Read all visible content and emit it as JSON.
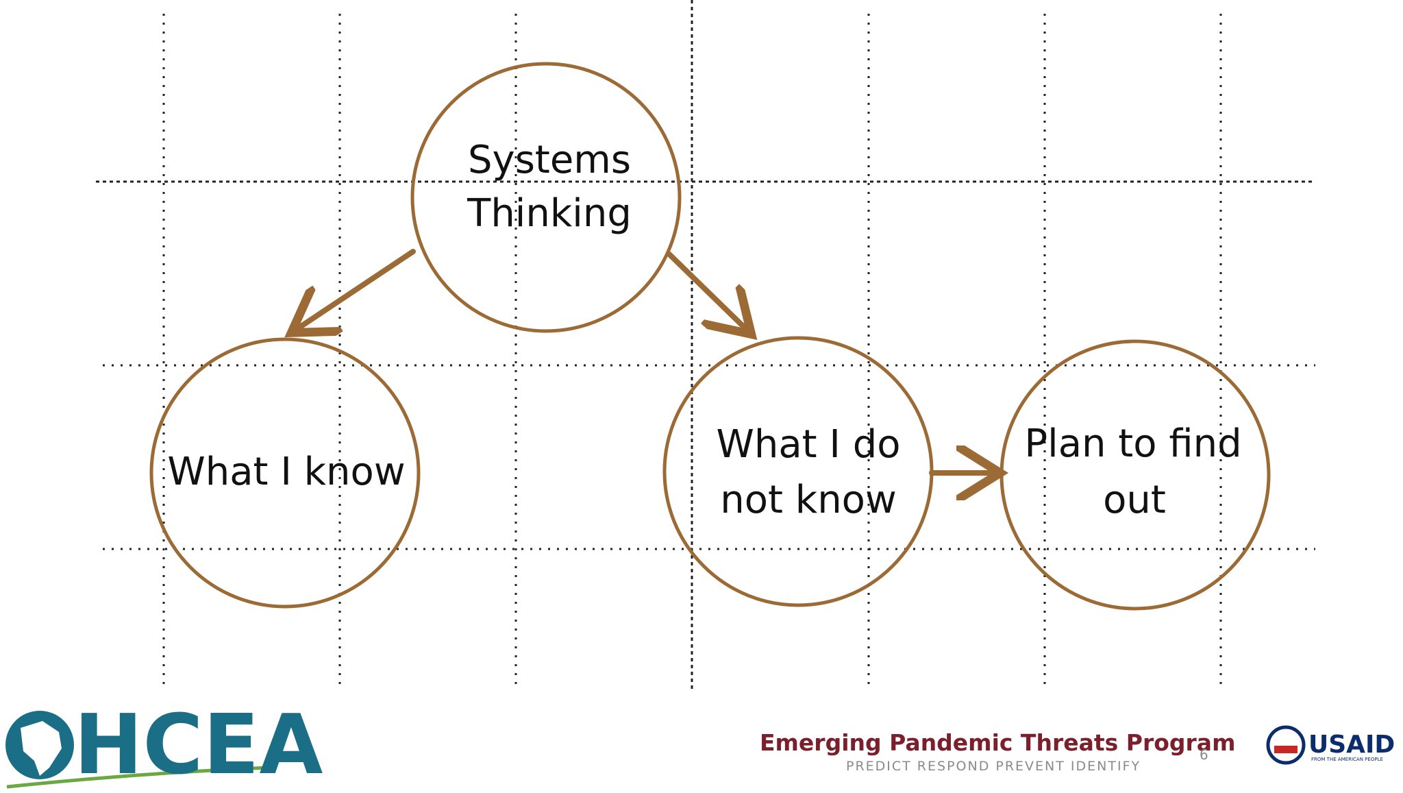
{
  "diagram": {
    "nodes": [
      {
        "id": "systems-thinking",
        "lines": [
          "Systems",
          "Thinking"
        ]
      },
      {
        "id": "what-i-know",
        "lines": [
          "What I know"
        ]
      },
      {
        "id": "what-i-do-not-know",
        "lines": [
          "What I do",
          "not know"
        ]
      },
      {
        "id": "plan-to-find-out",
        "lines": [
          "Plan to find",
          "out"
        ]
      }
    ],
    "edges": [
      {
        "from": "systems-thinking",
        "to": "what-i-know"
      },
      {
        "from": "systems-thinking",
        "to": "what-i-do-not-know"
      },
      {
        "from": "what-i-do-not-know",
        "to": "plan-to-find-out"
      }
    ]
  },
  "footer": {
    "logo_left": "HCEA",
    "program_title": "Emerging Pandemic Threats Program",
    "program_subtitle": "PREDICT  RESPOND  PREVENT  IDENTIFY",
    "page_number": "6",
    "logo_right": "USAID",
    "logo_right_tagline": "FROM THE AMERICAN PEOPLE"
  },
  "colors": {
    "node_stroke": "#9c6b35",
    "arrow": "#9c6b35",
    "grid": "#222222",
    "program_title": "#7a1f2b",
    "hcea": "#1a6f86",
    "usaid": "#0b2d6b"
  }
}
